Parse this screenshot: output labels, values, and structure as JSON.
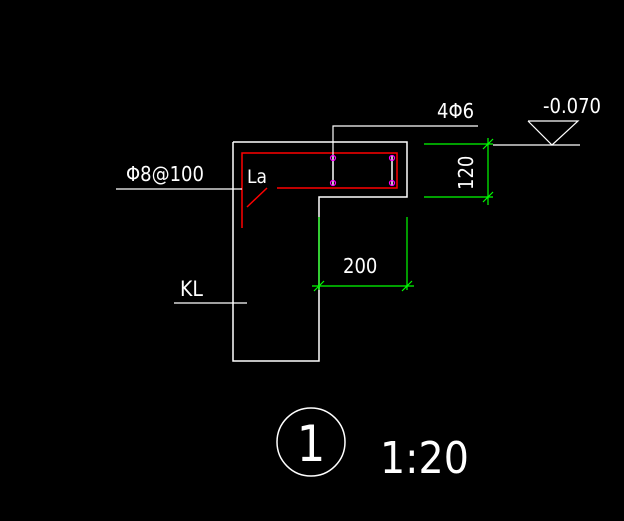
{
  "colors": {
    "background": "#000000",
    "outline": "#ffffff",
    "rebar": "#ff0000",
    "dimension": "#00ff00",
    "rebar_point": "#ff00ff"
  },
  "labels": {
    "top_rebar": "4Φ6",
    "stirrup": "Φ8@100",
    "anchorage": "La",
    "beam": "KL",
    "elevation": "-0.070"
  },
  "dimensions": {
    "thickness": "120",
    "width": "200"
  },
  "detail": {
    "number": "1",
    "scale": "1:20"
  }
}
